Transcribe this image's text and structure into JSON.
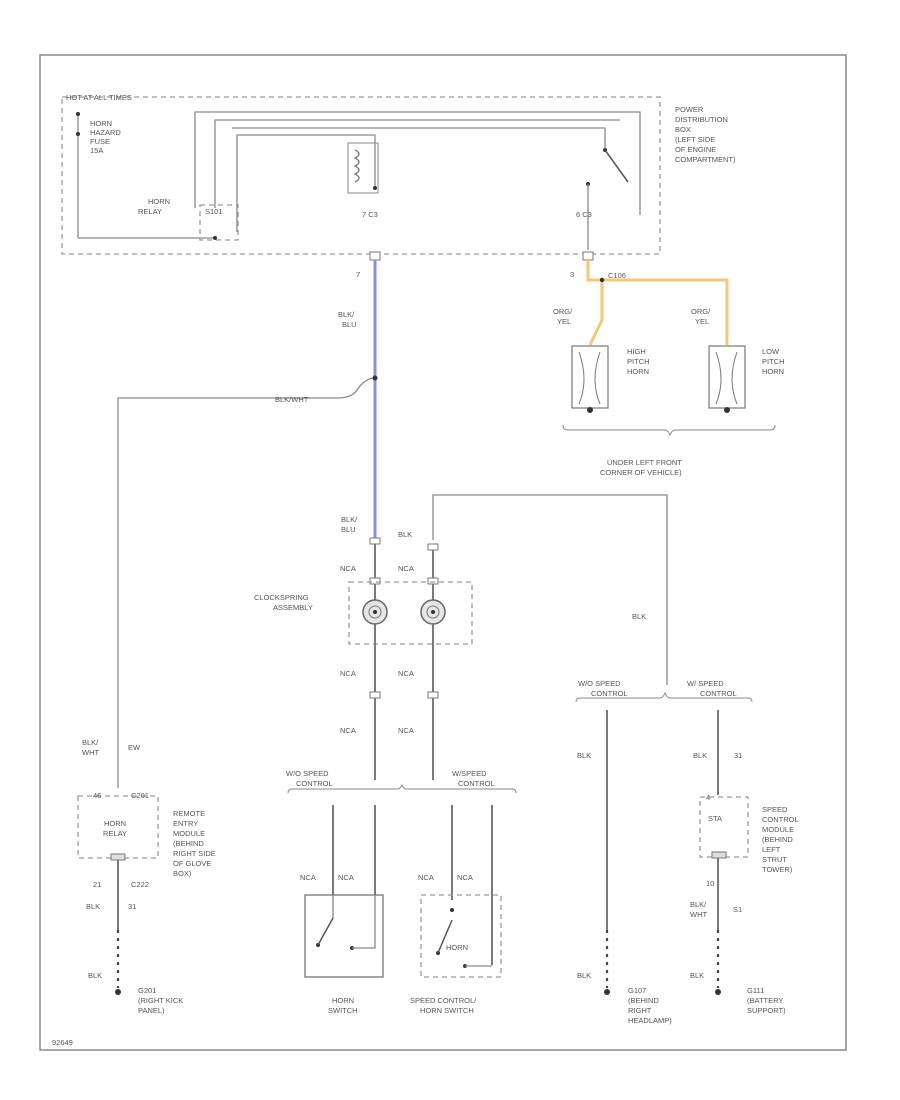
{
  "hot_label": "HOT AT ALL TIMES",
  "pdb": {
    "fuse_lines": [
      "HORN",
      "HAZARD",
      "FUSE",
      "15A"
    ],
    "relay_lines": [
      "HORN",
      "RELAY"
    ],
    "relay_code": "S101",
    "label_lines": [
      "POWER",
      "DISTRIBUTION",
      "BOX",
      "(LEFT SIDE",
      "OF ENGINE",
      "COMPARTMENT)"
    ],
    "term_left": "7 C3",
    "term_right": "6 C3"
  },
  "pins": {
    "left": "7",
    "right": "3",
    "splice": "C106"
  },
  "wires": {
    "blk_blu": [
      "BLK/",
      "BLU"
    ],
    "blk_wht": "BLK/WHT",
    "org_yel_1": [
      "ORG/",
      "YEL"
    ],
    "org_yel_2": [
      "ORG/",
      "YEL"
    ],
    "blk_blu_2": [
      "BLK/",
      "BLU"
    ],
    "blk_1": "BLK",
    "blk_2": "BLK",
    "nca": "NCA",
    "blk_wht_ew": [
      "BLK/",
      "WHT",
      "EW"
    ],
    "blk_3": "BLK",
    "blk_4": "BLK",
    "blk_wht_2": [
      "BLK/",
      "WHT",
      "S1"
    ]
  },
  "horns": {
    "high": [
      "HIGH",
      "PITCH",
      "HORN"
    ],
    "low": [
      "LOW",
      "PITCH",
      "HORN"
    ],
    "location": [
      "UNDER LEFT FRONT",
      "CORNER OF VEHICLE)"
    ]
  },
  "clockspring": [
    "CLOCKSPRING",
    "ASSEMBLY"
  ],
  "speed_ctrl": {
    "without_a": [
      "W/O SPEED",
      "CONTROL"
    ],
    "with_a": [
      "W/SPEED",
      "CONTROL"
    ],
    "without_b": [
      "W/O SPEED",
      "CONTROL"
    ],
    "with_b": [
      "W/ SPEED",
      "CONTROL"
    ]
  },
  "remote_module": {
    "relay_lines": [
      "HORN",
      "RELAY"
    ],
    "pin_top": "46",
    "conn_top": "C201",
    "pin_bot": "21",
    "conn_bot": "C222",
    "label_lines": [
      "REMOTE",
      "ENTRY",
      "MODULE",
      "(BEHIND",
      "RIGHT SIDE",
      "OF GLOVE",
      "BOX)"
    ]
  },
  "speed_module": {
    "code": "STA",
    "pin_top": "4",
    "pin_bot": "10",
    "label_lines": [
      "SPEED",
      "CONTROL",
      "MODULE",
      "(BEHIND",
      "LEFT",
      "STRUT",
      "TOWER)"
    ]
  },
  "horn_switch": [
    "HORN",
    "SWITCH"
  ],
  "speed_horn_switch": {
    "label": [
      "SPEED CONTROL/",
      "HORN SWITCH"
    ],
    "inner": "HORN"
  },
  "grounds": {
    "g201": [
      "G201",
      "(RIGHT KICK",
      "PANEL)"
    ],
    "g107": [
      "G107",
      "(BEHIND",
      "RIGHT",
      "HEADLAMP)"
    ],
    "g111": [
      "G111",
      "(BATTERY",
      "SUPPORT)"
    ]
  },
  "footer_code": "92649"
}
